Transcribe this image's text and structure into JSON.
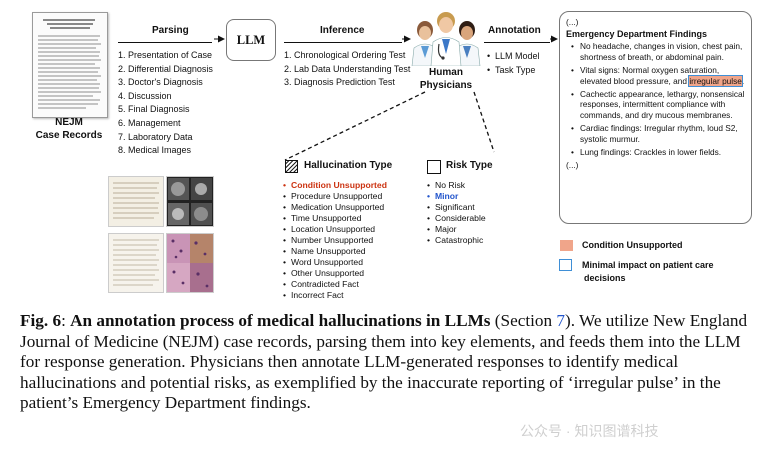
{
  "nejm": {
    "line1": "NEJM",
    "line2": "Case Records"
  },
  "parsing": {
    "title": "Parsing",
    "items": [
      "1.  Presentation of Case",
      "2.  Differential Diagnosis",
      "3.  Doctor's Diagnosis",
      "4.  Discussion",
      "5.  Final Diagnosis",
      "6.  Management",
      "7.  Laboratory Data",
      "8.  Medical Images"
    ]
  },
  "llm": {
    "label": "LLM"
  },
  "inference": {
    "title": "Inference",
    "items": [
      "1.  Chronological Ordering Test",
      "2.  Lab Data Understanding Test",
      "3.  Diagnosis Prediction Test"
    ]
  },
  "physicians": {
    "line1": "Human",
    "line2": "Physicians"
  },
  "annotation": {
    "title": "Annotation",
    "items": [
      "LLM Model",
      "Task Type"
    ]
  },
  "ed_card": {
    "open": "(...)",
    "title": "Emergency Department Findings",
    "items": [
      "No headache, changes in vision, chest pain, shortness of breath, or abdominal pain.",
      "Cachectic appearance, lethargy, nonsensical responses, intermittent compliance with commands, and dry mucous membranes.",
      "Cardiac findings: Irregular rhythm, loud S2, systolic murmur.",
      "Lung findings: Crackles in lower fields."
    ],
    "vital_pre": "Vital signs: Normal oxygen saturation, elevated blood pressure, and ",
    "vital_highlight": "irregular pulse",
    "vital_post": ".",
    "close": "(...)"
  },
  "hallucination": {
    "title": "Hallucination Type",
    "items": [
      "Condition Unsupported",
      "Procedure Unsupported",
      "Medication Unsupported",
      "Time Unsupported",
      "Location Unsupported",
      "Number Unsupported",
      "Name Unsupported",
      "Word Unsupported",
      "Other Unsupported",
      "Contradicted Fact",
      "Incorrect Fact"
    ]
  },
  "risk": {
    "title": "Risk Type",
    "items": [
      "No Risk",
      "Minor",
      "Significant",
      "Considerable",
      "Major",
      "Catastrophic"
    ]
  },
  "legend": {
    "condition": "Condition Unsupported",
    "minimal_line1": "Minimal impact on patient care",
    "minimal_line2": "decisions"
  },
  "caption": {
    "fig": "Fig. 6",
    "title": "An annotation process of medical hallucinations in LLMs",
    "section_pre": "(Section ",
    "section_num": "7",
    "section_post": ").",
    "body": "We utilize New England Journal of Medicine (NEJM) case records, parsing them into key elements, and feeds them into the LLM for response generation. Physicians then annotate LLM-generated responses to identify medical hallucinations and potential risks, as exemplified by the inaccurate reporting of ‘irregular pulse’ in the patient’s Emergency Department findings."
  },
  "watermark": "公众号 · 知识图谱科技",
  "colors": {
    "condition_red": "#cc3311",
    "minor_blue": "#2255cc",
    "highlight_fill": "#f0a58a",
    "highlight_border": "#3f8fd6",
    "section_link": "#2255cc"
  }
}
